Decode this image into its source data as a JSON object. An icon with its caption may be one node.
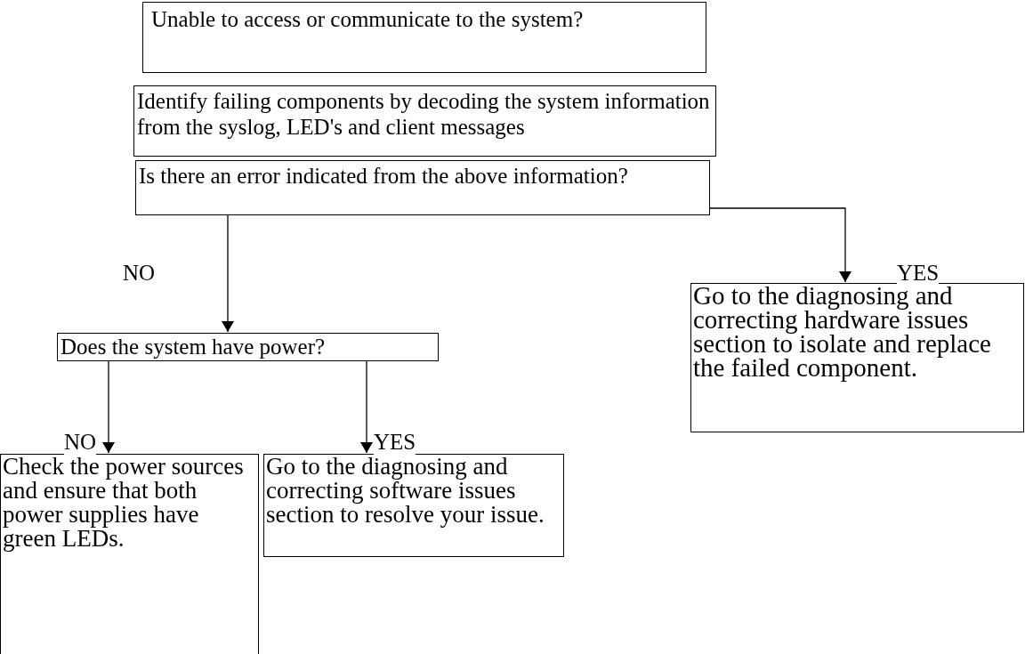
{
  "diagram": {
    "nodes": [
      {
        "text": [
          "Unable to access or communicate to the system?"
        ]
      },
      {
        "text": [
          "Identify failing components by decoding the system information from the syslog, LED's and client messages"
        ]
      },
      {
        "text": [
          "Is there an error indicated from the above information?"
        ]
      },
      {
        "text": [
          "Does the system have power?"
        ]
      },
      {
        "text": [
          "Check the power sources and ensure that both power supplies have green LEDs."
        ]
      },
      {
        "text": [
          "Go to the diagnosing and correcting software issues section to resolve your issue."
        ]
      },
      {
        "text": [
          "Go to the diagnosing and correcting hardware issues section to isolate and replace the failed component."
        ]
      }
    ],
    "edges": [
      {
        "from": 2,
        "to": 3,
        "arrow": "to",
        "label": "NO"
      },
      {
        "from": 2,
        "to": 6,
        "arrow": "to",
        "label": "YES"
      },
      {
        "from": 3,
        "to": 4,
        "arrow": "to",
        "label": "NO"
      },
      {
        "from": 3,
        "to": 5,
        "arrow": "to",
        "label": "YES"
      }
    ]
  }
}
